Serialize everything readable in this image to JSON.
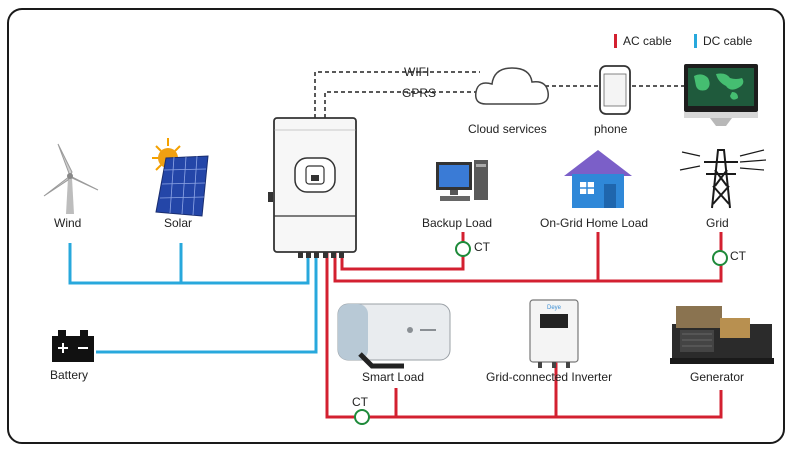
{
  "legend": {
    "ac": {
      "label": "AC cable",
      "color": "#d32030"
    },
    "dc": {
      "label": "DC cable",
      "color": "#28a8dc"
    }
  },
  "links": {
    "wifi": "WIFI",
    "gprs": "GPRS"
  },
  "nodes": {
    "cloud": "Cloud services",
    "phone": "phone",
    "wind": "Wind",
    "solar": "Solar",
    "backup_load": "Backup Load",
    "ongrid_load": "On-Grid Home Load",
    "grid": "Grid",
    "battery": "Battery",
    "smart_load": "Smart Load",
    "grid_inverter": "Grid-connected Inverter",
    "generator": "Generator"
  },
  "ct_label": "CT",
  "icons": {
    "inverter": "hybrid-inverter-icon",
    "wind": "wind-turbine-icon",
    "solar": "solar-panel-icon",
    "backup_load": "desktop-computer-icon",
    "ongrid_load": "house-icon",
    "grid": "power-tower-icon",
    "battery": "battery-icon",
    "smart_load": "water-heater-icon",
    "grid_inverter": "string-inverter-icon",
    "generator": "generator-icon",
    "cloud": "cloud-icon",
    "phone": "smartphone-icon",
    "monitor": "monitor-map-icon"
  }
}
